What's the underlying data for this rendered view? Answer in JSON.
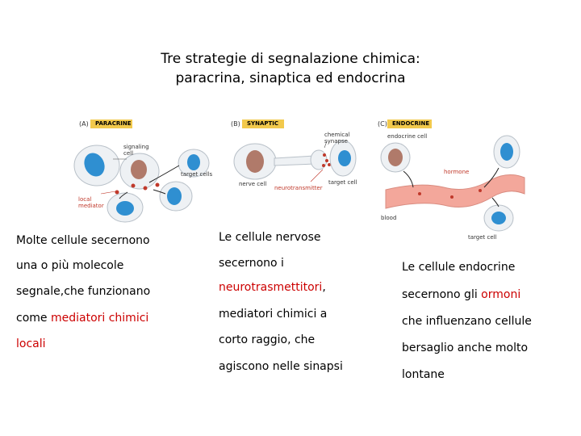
{
  "title": {
    "line1": "Tre strategie di segnalazione chimica:",
    "line2": "paracrina, sinaptica ed endocrina"
  },
  "panels": {
    "a": {
      "prefix": "(A)",
      "tag": "PARACRINE",
      "labels": {
        "signaling_cell": "signaling\ncell",
        "target_cells": "target cells",
        "local_mediator": "local\nmediator"
      }
    },
    "b": {
      "prefix": "(B)",
      "tag": "SYNAPTIC",
      "labels": {
        "chemical_synapse": "chemical\nsynapse",
        "nerve_cell": "nerve cell",
        "target_cell": "target cell",
        "neurotransmitter": "neurotransmitter"
      }
    },
    "c": {
      "prefix": "(C)",
      "tag": "ENDOCRINE",
      "labels": {
        "endocrine_cell": "endocrine cell",
        "hormone": "hormone",
        "blood": "blood",
        "target_cell": "target cell"
      }
    }
  },
  "columns": {
    "left": [
      {
        "text": "Molte cellule secernono"
      },
      {
        "text": "una o più molecole"
      },
      {
        "text": "segnale,che funzionano"
      },
      {
        "pre": "come ",
        "red": "mediatori chimici"
      },
      {
        "red": "locali"
      }
    ],
    "middle": [
      {
        "text": "Le cellule nervose"
      },
      {
        "text": "secernono i"
      },
      {
        "red": "neurotrasmettitori",
        "post": ","
      },
      {
        "text": "mediatori chimici a"
      },
      {
        "text": "corto raggio, che"
      },
      {
        "text": "agiscono nelle sinapsi"
      }
    ],
    "right": [
      {
        "text": "Le cellule endocrine"
      },
      {
        "pre": "secernono gli ",
        "red": "ormoni"
      },
      {
        "text": "che influenzano cellule"
      },
      {
        "text": "bersaglio anche molto"
      },
      {
        "text": "lontane"
      }
    ]
  },
  "colors": {
    "accent_red": "#cc0000",
    "tag_yellow": "#f2c94c",
    "nucleus_blue": "#2f8fd1",
    "nucleus_brown": "#b07a6a",
    "blood_pink": "#f3a79b"
  }
}
